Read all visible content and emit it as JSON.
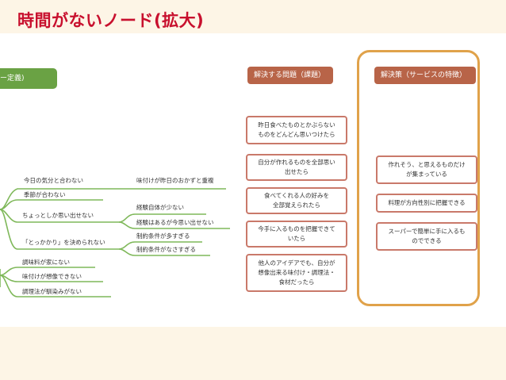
{
  "title": "時間がないノード(拡大)",
  "left_node": "ー定義)",
  "branches": [
    {
      "label": "今日の気分と合わない"
    },
    {
      "label": "季節が合わない"
    },
    {
      "label": "ちょっとしか思い出せない"
    },
    {
      "label": "「とっかかり」を決められない"
    },
    {
      "label": "調味料が家にない"
    },
    {
      "label": "味付けが想像できない"
    },
    {
      "label": "調理法が馴染みがない"
    }
  ],
  "sub_branches": [
    {
      "label": "味付けが昨日のおかずと重複"
    },
    {
      "label": "経験自体が少ない"
    },
    {
      "label": "経験はあるが今思い出せない"
    },
    {
      "label": "制約条件が多すぎる"
    },
    {
      "label": "制約条件がなさすぎる"
    }
  ],
  "problems": {
    "header": "解決する問題（課題）",
    "items": [
      "昨日食べたものとかぶらない\nものをどんどん思いつけたら",
      "自分が作れるものを全部思い\n出せたら",
      "食べてくれる人の好みを\n全部覚えられたら",
      "今手に入るものを把握できて\nいたら",
      "他人のアイデアでも、自分が\n想像出来る味付け・調理法・\n食材だったら"
    ]
  },
  "solutions": {
    "header": "解決策（サービスの特徴）",
    "items": [
      "作れそう、と思えるものだけ\nが集まっている",
      "料理が方向性別に把握できる",
      "スーパーで簡単に手に入るも\nのでできる"
    ]
  },
  "colors": {
    "title": "#c8102e",
    "green": "#6aa244",
    "line": "#7fb85a",
    "header": "#b86448",
    "card_border": "#c9796a",
    "highlight": "#e0a24a",
    "background": "#fdf5e6"
  }
}
